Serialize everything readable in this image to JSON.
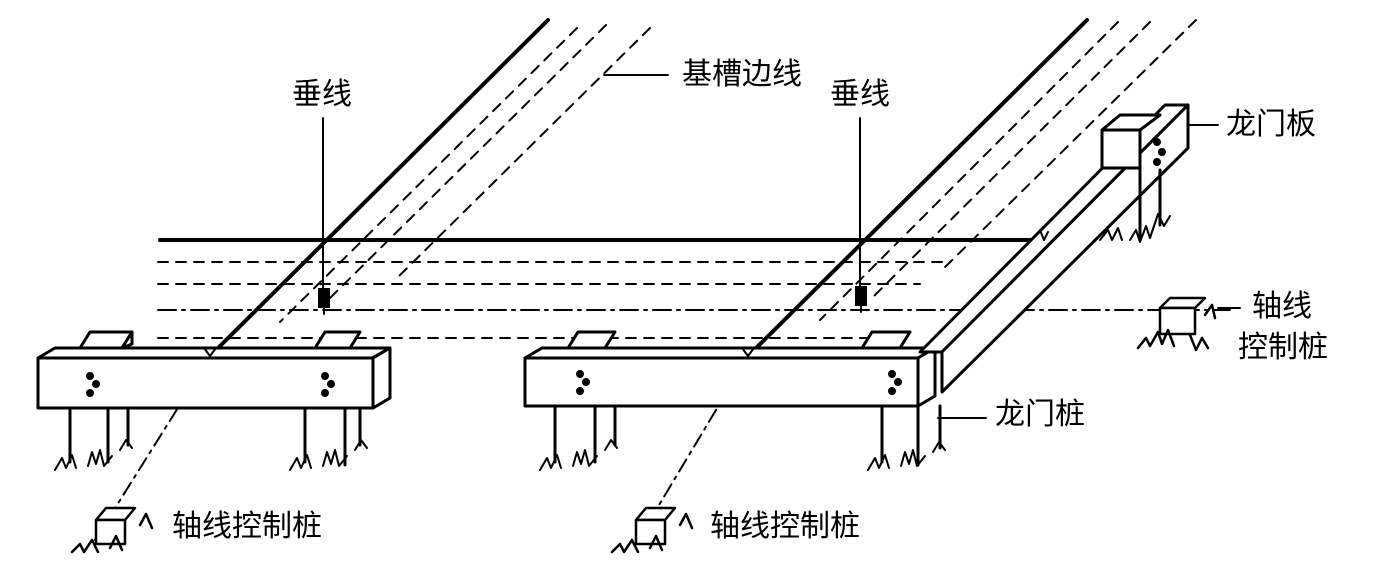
{
  "labels": {
    "plumb_line_left": "垂线",
    "plumb_line_right": "垂线",
    "trench_edge_line": "基槽边线",
    "batter_board": "龙门板",
    "axis_control_pile_right_1": "轴线",
    "axis_control_pile_right_2": "控制桩",
    "batter_pile": "龙门桩",
    "axis_control_pile_bottom_left": "轴线控制桩",
    "axis_control_pile_bottom_mid": "轴线控制桩"
  },
  "colors": {
    "ink": "#000000",
    "paper": "#ffffff"
  }
}
